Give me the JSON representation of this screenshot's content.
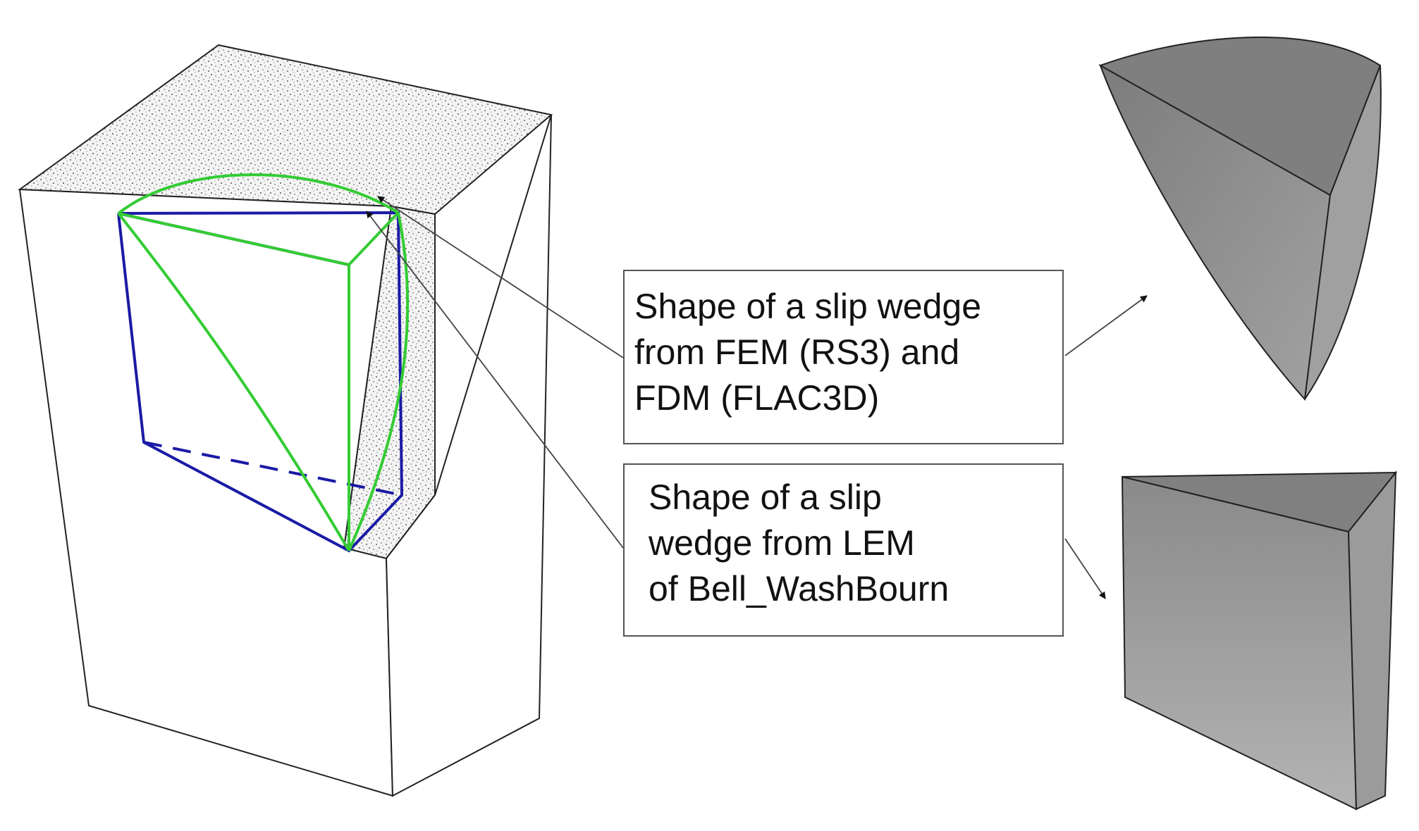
{
  "callouts": {
    "fem": {
      "lines": [
        "Shape of a slip wedge",
        "from FEM (RS3) and",
        "FDM (FLAC3D)"
      ]
    },
    "lem": {
      "lines": [
        "Shape of a slip",
        "wedge from LEM",
        "of Bell_WashBourn"
      ]
    }
  },
  "colors": {
    "fem_wedge_outline": "#33cc33",
    "lem_wedge_outline": "#1a1aa6",
    "rock_fill": "#f2f2f2",
    "wedge_fill": "#8f8f8f",
    "outline": "#222222"
  }
}
